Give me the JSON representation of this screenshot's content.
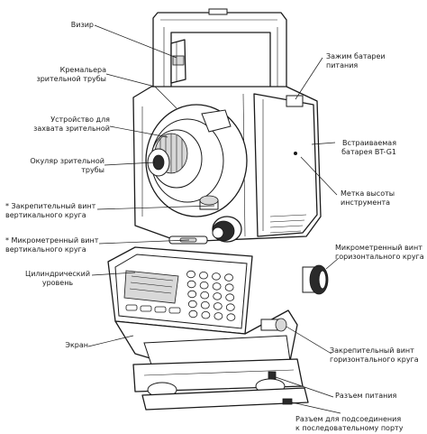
{
  "labels": {
    "sight": "Визир",
    "telescope_focus": "Кремальера\nзрительной трубы",
    "telescope_grip": "Устройство для\nзахвата зрительной",
    "telescope_eyepiece": "Окуляр зрительной\nтрубы",
    "vertical_clamp": "* Закрепительный винт\nвертикального круга",
    "vertical_tangent": "* Микрометренный винт\nвертикального круга",
    "plate_level": "Цилиндрический\nуровень",
    "display": "Экран",
    "battery_lock": "Зажим батареи\nпитания",
    "battery": "Встраиваемая\nбатарея BT-G1",
    "height_mark": "Метка высоты\nинструмента",
    "horizontal_tangent": "Микрометренный винт\nгоризонтального круга",
    "horizontal_clamp": "Закрепительный винт\nгоризонтального круга",
    "power_connector": "Разъем питания",
    "serial_connector": "Разъем для подсоединения\nк последовательному порту"
  }
}
